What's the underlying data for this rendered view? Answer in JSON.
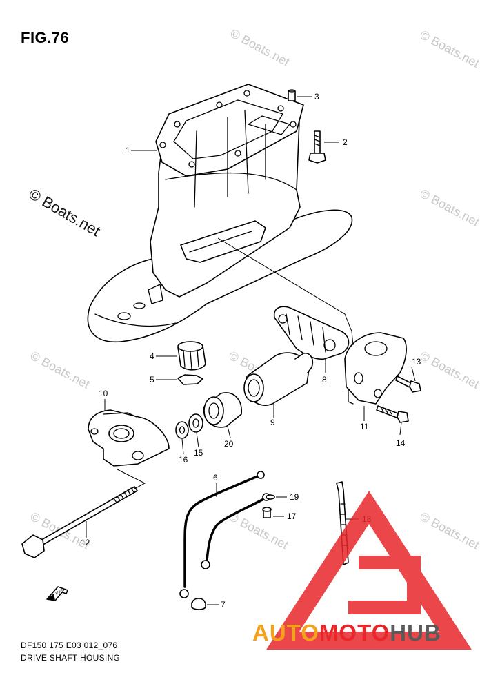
{
  "figure": {
    "title": "FIG.76"
  },
  "watermark": {
    "text": "© Boats.net",
    "large_text": "© Boats.net"
  },
  "parts": [
    {
      "id": "1"
    },
    {
      "id": "2"
    },
    {
      "id": "3"
    },
    {
      "id": "4"
    },
    {
      "id": "5"
    },
    {
      "id": "6"
    },
    {
      "id": "7"
    },
    {
      "id": "8"
    },
    {
      "id": "9"
    },
    {
      "id": "10"
    },
    {
      "id": "11"
    },
    {
      "id": "12"
    },
    {
      "id": "13"
    },
    {
      "id": "14"
    },
    {
      "id": "15"
    },
    {
      "id": "16"
    },
    {
      "id": "17"
    },
    {
      "id": "18"
    },
    {
      "id": "19"
    },
    {
      "id": "20"
    }
  ],
  "fwd_arrow": {
    "label": "FWD"
  },
  "footer": {
    "code": "DF150 175 E03 012_076",
    "caption": "DRIVE SHAFT HOUSING"
  },
  "logo": {
    "part1": "AUTO",
    "part2": "MOTO",
    "part3": "HUB"
  },
  "colors": {
    "logo_orange": "#f4a21c",
    "logo_red": "#e8262a",
    "logo_gray": "#5a5a5a",
    "watermark": "#c8c8c8"
  }
}
